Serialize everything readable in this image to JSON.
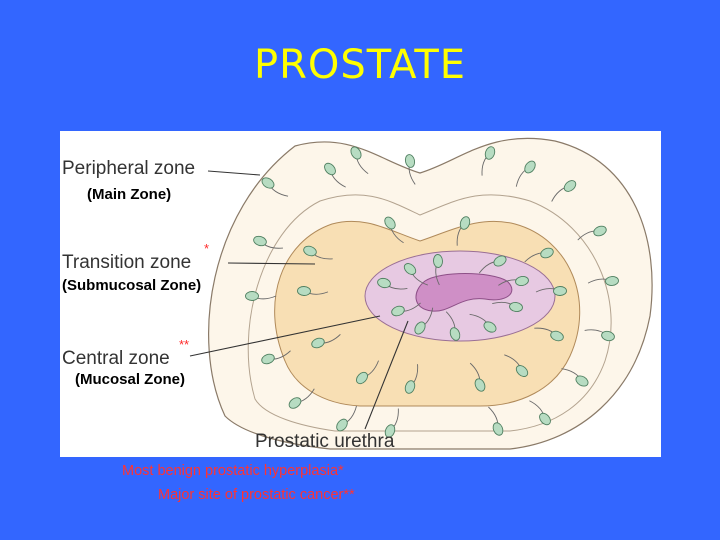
{
  "slide": {
    "title": "PROSTATE"
  },
  "diagram": {
    "labels": {
      "peripheral_zone": "Peripheral zone",
      "peripheral_sub": "(Main Zone)",
      "transition_marker": "*",
      "transition_zone": "Transition zone",
      "transition_sub": "(Submucosal Zone)",
      "central_marker": "**",
      "central_zone": "Central zone",
      "central_sub": "(Mucosal Zone)",
      "urethra": "Prostatic urethra"
    }
  },
  "footnotes": {
    "line1": "Most benign  prostatic hyperplasia*",
    "line2": "Major site of prostatic cancer**"
  },
  "colors": {
    "background": "#3366ff",
    "title": "#ffff00",
    "footnote": "#ff3333",
    "peripheral_fill": "#fdf6ea",
    "transition_fill": "#f8dfb4",
    "central_fill": "#e7c9e2",
    "urethra_fill": "#cf8fc6",
    "gland_fill": "#b7dcc2"
  }
}
